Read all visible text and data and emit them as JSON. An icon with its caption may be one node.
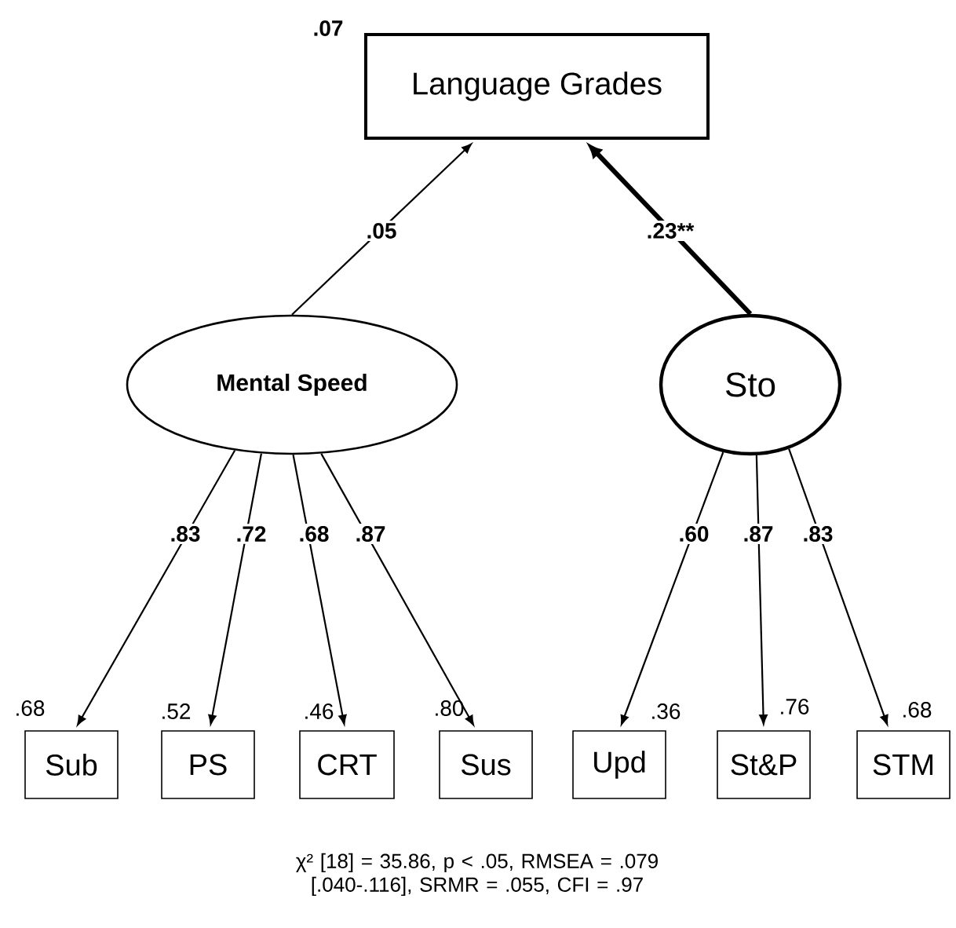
{
  "diagram": {
    "caption": "χ² [18] = 35.86, p < .05, RMSEA = .079 [.040-.116], SRMR = .055, CFI = .97",
    "nodes": [
      {
        "text": [
          "Language Grades"
        ],
        "beside": [
          ".07"
        ]
      },
      {
        "text": [
          "Mental Speed"
        ]
      },
      {
        "text": [
          "Sto"
        ]
      },
      {
        "text": [
          "Sub"
        ],
        "beside": [
          ".68"
        ]
      },
      {
        "text": [
          "PS"
        ],
        "beside": [
          ".52"
        ]
      },
      {
        "text": [
          "CRT"
        ],
        "beside": [
          ".46"
        ]
      },
      {
        "text": [
          "Sus"
        ],
        "beside": [
          ".80"
        ]
      },
      {
        "text": [
          "Upd"
        ],
        "beside": [
          ".36"
        ]
      },
      {
        "text": [
          "St&P"
        ],
        "beside": [
          ".76"
        ]
      },
      {
        "text": [
          "STM"
        ],
        "beside": [
          ".68"
        ]
      }
    ],
    "edges": [
      {
        "from": 1,
        "to": 0,
        "arrow": "to",
        "label": ".05"
      },
      {
        "from": 2,
        "to": 0,
        "arrow": "to",
        "label": ".23**",
        "style": "thick"
      },
      {
        "from": 1,
        "to": 3,
        "arrow": "to",
        "label": ".83"
      },
      {
        "from": 1,
        "to": 4,
        "arrow": "to",
        "label": ".72"
      },
      {
        "from": 1,
        "to": 5,
        "arrow": "to",
        "label": ".68"
      },
      {
        "from": 1,
        "to": 6,
        "arrow": "to",
        "label": ".87"
      },
      {
        "from": 2,
        "to": 7,
        "arrow": "to",
        "label": ".60"
      },
      {
        "from": 2,
        "to": 8,
        "arrow": "to",
        "label": ".87"
      },
      {
        "from": 2,
        "to": 9,
        "arrow": "to",
        "label": ".83"
      }
    ]
  }
}
